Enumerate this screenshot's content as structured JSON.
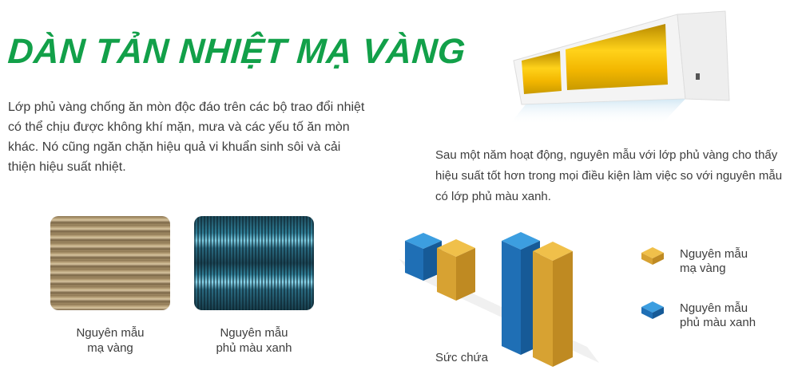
{
  "title": "DÀN TẢN NHIỆT MẠ VÀNG",
  "intro": "Lớp phủ vàng chống ăn mòn độc đáo trên các bộ trao đổi nhiệt có thể chịu được không khí mặn, mưa và các yếu tố ăn mòn khác. Nó cũng ngăn chặn hiệu quả vi khuẩn sinh sôi và cải thiện hiệu suất nhiệt.",
  "swatches": [
    {
      "caption_line1": "Nguyên mẫu",
      "caption_line2": "mạ vàng"
    },
    {
      "caption_line1": "Nguyên mẫu",
      "caption_line2": "phủ màu xanh"
    }
  ],
  "result_text": "Sau một năm hoạt động, nguyên mẫu với lớp phủ vàng cho thấy hiệu suất tốt hơn trong mọi điều kiện làm việc so với nguyên mẫu có lớp phủ màu xanh.",
  "chart": {
    "xlabel": "Sức chứa"
  },
  "legend": [
    {
      "line1": "Nguyên mẫu",
      "line2": "mạ vàng",
      "color": "#d9a531"
    },
    {
      "line1": "Nguyên mẫu",
      "line2": "phủ màu xanh",
      "color": "#1f7fc4"
    }
  ],
  "colors": {
    "title": "#12a049",
    "gold": "#d9a531",
    "blue": "#1f7fc4"
  }
}
